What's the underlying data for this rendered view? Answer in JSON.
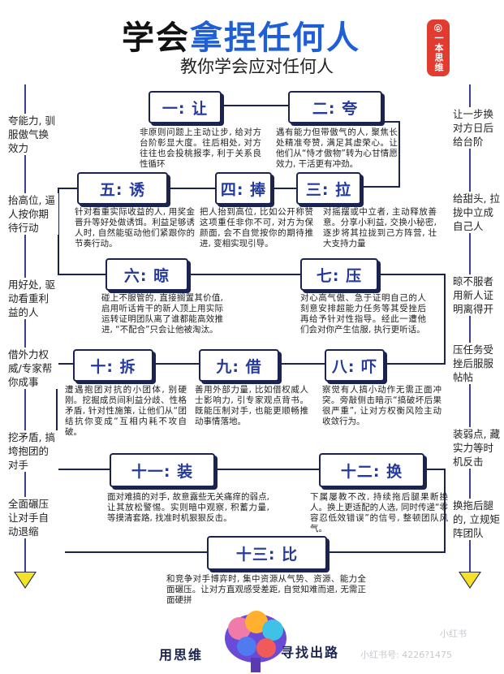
{
  "header": {
    "title_prefix": "学会",
    "title_highlight": "拿捏任何人",
    "subtitle": "教你学会应对任何人",
    "stamp": "@一本思维"
  },
  "steps": [
    {
      "label": "一: 让",
      "desc": "非原则问题上主动让步, 给对方台阶彰显大度。往后相处, 对方往往也会投桃报李, 利于关系良性循环"
    },
    {
      "label": "二: 夸",
      "desc": "遇有能力但带傲气的人, 聚焦长处精准夸赞, 满足其虚荣心。让他们从“恃才傲物”转为心甘情愿效力, 干活更有冲劲。"
    },
    {
      "label": "三: 拉",
      "desc": "对摇摆或中立者, 主动释放善意。分享小利益, 交换小秘密, 逐步将其拉拢到己方阵营, 壮大支持力量"
    },
    {
      "label": "四: 捧",
      "desc": "把人抬到高位, 比如公开称赞这项重任非你不可, 对方为保颜面, 会不自觉按你的期待推进, 变相实现引导。"
    },
    {
      "label": "五: 诱",
      "desc": "针对看重实际收益的人, 用奖金晋升等好处做诱饵。利益足够诱人时, 自然能驱动他们紧跟你的节奏行动。"
    },
    {
      "label": "六: 晾",
      "desc": "碰上不服管的, 直接搁置其价值, 启用听话肯干的新人顶上用实际运转证明团队离了谁都能高效推进, “不配合”只会让他被淘汰。"
    },
    {
      "label": "七: 压",
      "desc": "对心高气傲、急于证明自己的人刻意安排超能力任务等其受挫后再给予针对性指导。经此一遭他们会对你产生信服, 执行更听话。"
    },
    {
      "label": "八: 吓",
      "desc": "察觉有人搞小动作无需正面冲突。旁敲侧击暗示“搞破坏后果很严重”, 让对方权衡风险主动收敛行为。"
    },
    {
      "label": "九: 借",
      "desc": "善用外部力量, 比如借权威人士影响力, 引专家观点背书。既能压制对手, 也能更顺畅推动事情落地。"
    },
    {
      "label": "十: 拆",
      "desc": "遭遇抱团对抗的小团体, 别硬刚。挖掘成员间利益分歧、性格矛盾, 针对性施策, 让他们从“团结抗你变成“互相内耗不攻自破。"
    },
    {
      "label": "十一: 装",
      "desc": "面对难搞的对手, 故意露些无关痛痒的弱点, 让其放松警惕。实则暗中观察, 积蓄力量, 等摸清套路, 找准时机狠狠反击。"
    },
    {
      "label": "十二: 换",
      "desc": "下属屡教不改, 持续拖后腿果断换人。换上更适配的人选, 同时传递“零容忍低效错误”的信号, 整顿团队风气。"
    },
    {
      "label": "十三: 比",
      "desc": "和竞争对手博弈时, 集中资源从气势、资源、能力全面碾压。让对方直观感受差距, 自觉知难而退, 无需正面硬拼"
    }
  ],
  "left_notes": [
    "夸能力, 驯服傲气换效力",
    "抬高位, 逼人按你期待行动",
    "用好处, 驱动看重利益的人",
    "借外力权威/专家帮你成事",
    "挖矛盾, 搞垮抱团的对手",
    "全面碾压让对手自动退缩"
  ],
  "right_notes": [
    "让一步换对方日后给台阶",
    "给甜头, 拉拢中立成自己人",
    "晾不服者用新人证明离得开",
    "压任务受挫后服服帖帖",
    "装弱点, 藏实力等时机反击",
    "换拖后腿的, 立规矩阵团队"
  ],
  "footer": {
    "left": "用思维",
    "right": "寻找出路",
    "watermark_badge": "小红书",
    "watermark_id": "小红书号: 4226?1475"
  },
  "colors": {
    "accent": "#1f5fd6",
    "line": "#1b2450",
    "arrow": "#f4e22a",
    "stamp": "#e23b2f"
  }
}
